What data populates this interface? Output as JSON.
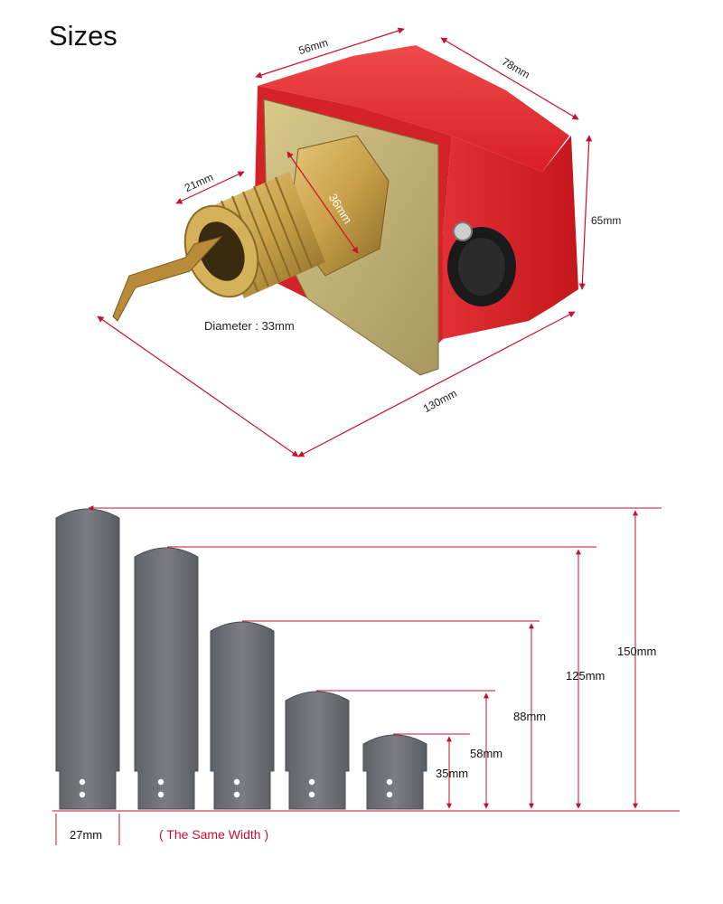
{
  "heading": "Sizes",
  "device_dims": {
    "top_width": "56mm",
    "depth": "78mm",
    "height": "65mm",
    "thread_length": "21mm",
    "thread_size": "36mm",
    "diameter": "Diameter : 33mm",
    "total_length": "130mm"
  },
  "paddles": {
    "width_label": "27mm",
    "note": "( The Same Width )",
    "lengths": [
      "150mm",
      "125mm",
      "88mm",
      "58mm",
      "35mm"
    ]
  },
  "colors": {
    "housing_red": "#e02a2e",
    "brass": "#c9a14a",
    "dimension_line": "#c8102e",
    "paddle_gray": "#6f7379"
  }
}
